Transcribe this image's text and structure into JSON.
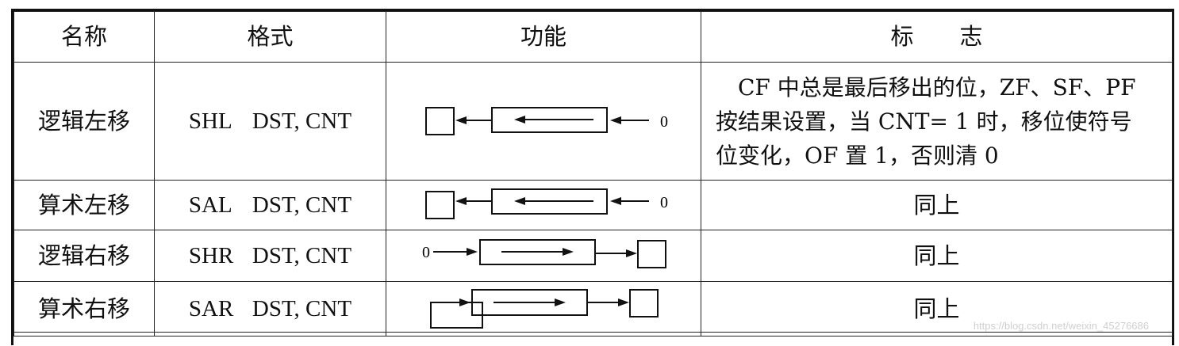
{
  "headers": {
    "name": "名称",
    "format": "格式",
    "function": "功能",
    "flags": "标　　志"
  },
  "rows": [
    {
      "name": "逻辑左移",
      "op": "SHL",
      "args": "DST, CNT",
      "flags_lines": [
        "　CF 中总是最后移出的位，ZF、SF、PF",
        "按结果设置，当 CNT= 1 时，移位使符号",
        "位变化，OF 置 1，否则清 0"
      ]
    },
    {
      "name": "算术左移",
      "op": "SAL",
      "args": "DST, CNT",
      "flags": "同上"
    },
    {
      "name": "逻辑右移",
      "op": "SHR",
      "args": "DST, CNT",
      "flags": "同上"
    },
    {
      "name": "算术右移",
      "op": "SAR",
      "args": "DST, CNT",
      "flags": "同上"
    }
  ],
  "diagram_labels": {
    "zero": "0"
  },
  "watermark": "https://blog.csdn.net/weixin_45276686"
}
